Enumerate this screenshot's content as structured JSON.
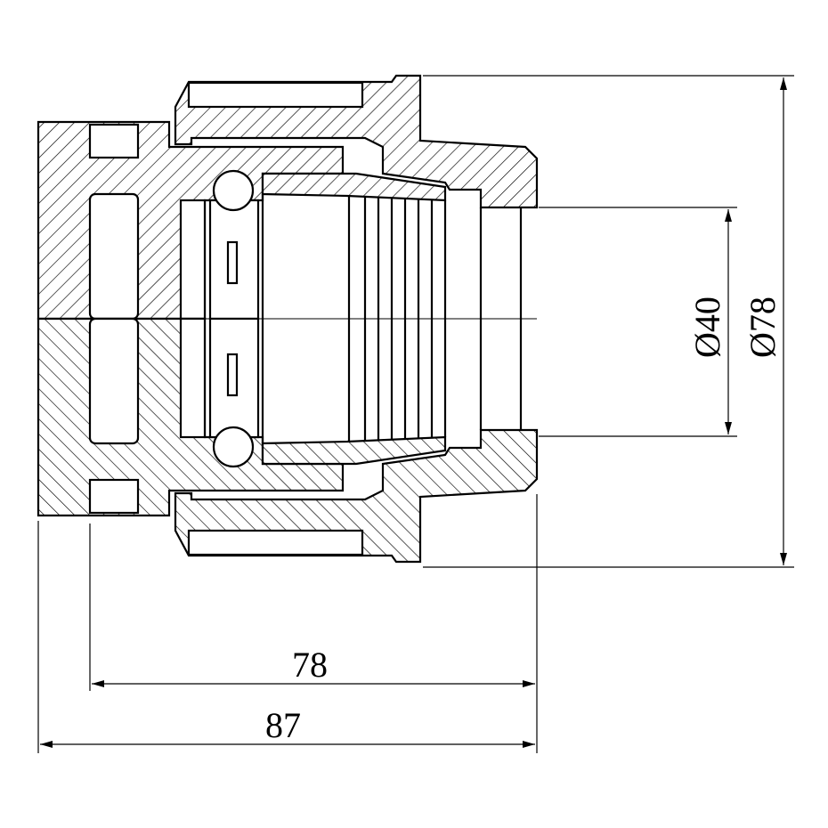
{
  "drawing": {
    "type": "cross-section technical drawing",
    "dimensions": {
      "inner_diameter": "Ø40",
      "outer_diameter": "Ø78",
      "length_inner": "78",
      "length_total": "87"
    },
    "colors": {
      "line": "#000000",
      "background": "#ffffff"
    }
  }
}
